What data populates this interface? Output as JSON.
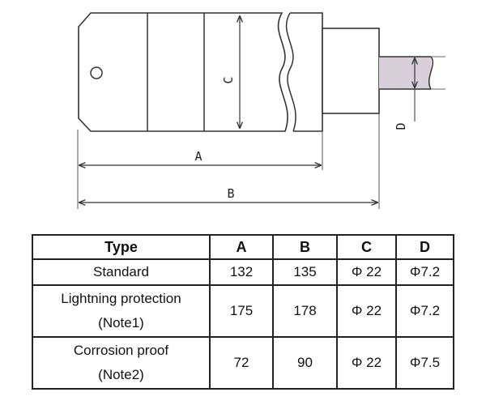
{
  "drawing": {
    "dimension_labels": {
      "a": "A",
      "b": "B",
      "c": "C",
      "d": "D"
    }
  },
  "table": {
    "headers": [
      "Type",
      "A",
      "B",
      "C",
      "D"
    ],
    "rows": [
      {
        "type_lines": [
          "Standard"
        ],
        "a": "132",
        "b": "135",
        "c": "Φ 22",
        "d": "Φ7.2"
      },
      {
        "type_lines": [
          "Lightning protection",
          "(Note1)"
        ],
        "a": "175",
        "b": "178",
        "c": "Φ 22",
        "d": "Φ7.2"
      },
      {
        "type_lines": [
          "Corrosion proof",
          "(Note2)"
        ],
        "a": "72",
        "b": "90",
        "c": "Φ 22",
        "d": "Φ7.5"
      }
    ]
  }
}
